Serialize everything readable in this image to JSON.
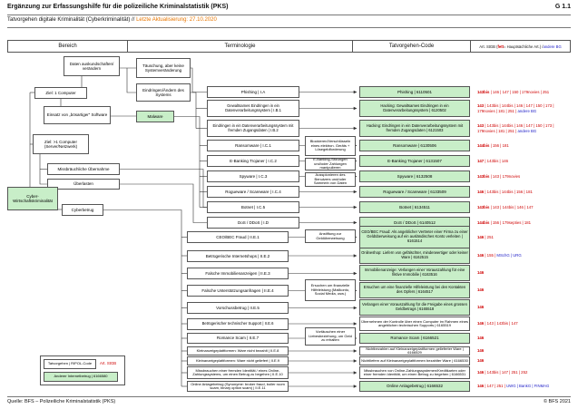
{
  "colors": {
    "green_box": "#c8eec8",
    "stgb_red": "#cf0000",
    "other_law_blue": "#2020c8",
    "update_orange": "#e87600"
  },
  "header": {
    "title": "Ergänzung zur Erfassungshilfe für die polizeiliche Kriminalstatistik (PKS)",
    "page_ref": "G 1.1",
    "subtitle": "Tatvorgehen digitale Kriminalität (Cyberkriminalität) // ",
    "updated": "Letzte Aktualisierung: 27.10.2020"
  },
  "columns": {
    "bereich": "Bereich",
    "terminologie": "Terminologie",
    "code": "Tatvorgehen-Code",
    "art_header": {
      "pre": "Art. StGB (",
      "fett": "fett",
      "mid": " = Hauptsächliche Art.) / ",
      "blue": "andere BG"
    }
  },
  "bereich": {
    "cyber": "Cyber-Wirtschaftskriminalität",
    "ziel1": "Ziel: 1 Computer",
    "ziel2": "Ziel: >1 Computer (Server/Netzwerk)",
    "cyberbetrug": "Cyberbetrug",
    "daten": "Daten auskundschaften/ verändern",
    "einsatz": "Einsatz von „bösartiger“ Software",
    "missbrauch": "Missbräuchliche Übernahme",
    "ueberlasten": "Überlasten",
    "taeuschung": "Täuschung, aber keine Systemveränderung",
    "eindringen": "Eindringen/Ändern des Systems",
    "malware": "Malware"
  },
  "annotations": {
    "a1": "Blockieren/Verschlüsseln eines elektron. Geräts + Lösegeldforderung",
    "a2": "E-Banking-Sitzungen und/oder Zahlungen manipulieren",
    "a3": "Ausspionieren des Benutzers und/oder Sammeln von Daten",
    "a4": "Anstiftung zur Geldüberweisung",
    "a5": "Ersuchen um finanzielle Hilfeleistung (Mailkonto, Social Media, usw.)",
    "a6": "Vortäuschen einer Liebesbeziehung, um Geld zu erhalten"
  },
  "rows": [
    {
      "term": "Phishing | I.A",
      "code": "Phishing | 6110501",
      "arts": {
        "b": "143bis",
        "r": " | 146 | 147 | 150 | 179novies | 251",
        "bl": ""
      }
    },
    {
      "term": "Gewaltsames Eindringen in ein Datenverarbeitungssystem | I.B.1",
      "code": "Hacking: Gewaltsames Eindringen in ein Datenverarbeitungssystem | 6120502",
      "arts": {
        "b": "143",
        "r": " | 143bis | 144bis | 146 | 147 | 150 | 173 | 179novies | 181 | 251 | ",
        "bl": "andere BG"
      }
    },
    {
      "term": "Eindringen in ein Datenverarbeitungssystem mit fremden Zugangsdaten | I.B.2",
      "code": "Hacking: Eindringen in ein Datenverarbeitungssystem mit fremden Zugangsdaten | 6121503",
      "arts": {
        "b": "143",
        "r": " | 143bis | 144bis | 146 | 147 | 150 | 173 | 179novies | 181 | 251 | ",
        "bl": "andere BG"
      }
    },
    {
      "term": "Ransomware | I.C.1",
      "code": "Ransomware | 6130506",
      "arts": {
        "b": "144bis",
        "r": " | 156 | 181",
        "bl": ""
      }
    },
    {
      "term": "E-Banking Trojaner | I.C.2",
      "code": "E-Banking Trojaner | 6131507",
      "arts": {
        "b": "147",
        "r": " | 143bis | 146",
        "bl": ""
      }
    },
    {
      "term": "Spyware | I.C.3",
      "code": "Spyware | 6132508",
      "arts": {
        "b": "143bis",
        "r": " | 143 | 179novies",
        "bl": ""
      }
    },
    {
      "term": "Rogueware / Scareware | I.C.4",
      "code": "Rogueware / Scareware | 6133509",
      "arts": {
        "b": "146",
        "r": " | 143bis | 144bis | 156 | 181",
        "bl": ""
      }
    },
    {
      "term": "Botnet | I.C.5",
      "code": "Botnet | 6134511",
      "arts": {
        "b": "143bis",
        "r": " | 143 | 144bis | 146 | 147",
        "bl": ""
      }
    },
    {
      "term": "DoS / DDoS | I.D",
      "code": "DoS / DDoS | 6140512",
      "arts": {
        "b": "144bis",
        "r": " | 156 | 179septies | 181",
        "bl": ""
      }
    },
    {
      "term": "CEO/BEC Fraud | II.E.1",
      "code": "CEO/BEC Fraud: Als angeblicher Vertreter einer Firma zu einer Geldüberweisung auf ein ausländisches Konto verleiten | 6161514",
      "arts": {
        "b": "146",
        "r": " | 251",
        "bl": ""
      }
    },
    {
      "term": "Betrügerische Internetshops | II.E.2",
      "code": "Onlineshop: Liefern von gefälschter, minderwertiger oder keiner Ware | 6162515",
      "arts": {
        "b": "146",
        "r": " | 155 | ",
        "bl": "MSchG | URG"
      }
    },
    {
      "term": "Falsche Immobilienanzeigen | II.E.3",
      "code": "Immobilienanzeige: Verlangen einer Vorauszahlung für eine fiktive Immobilie | 6163516",
      "arts": {
        "b": "146",
        "r": "",
        "bl": ""
      }
    },
    {
      "term": "Falsche Unterstützungsanfragen | II.E.4",
      "code": "Ersuchen um eine finanzielle Hilfeleistung bei den Kontakten des Opfers | 6164517",
      "arts": {
        "b": "146",
        "r": "",
        "bl": ""
      }
    },
    {
      "term": "Vorschussbetrug | II.E.5",
      "code": "Verlangen einer Vorauszahlung für die Freigabe eines grossen Geldbetrags | 6165518",
      "arts": {
        "b": "146",
        "r": "",
        "bl": ""
      }
    },
    {
      "term": "Betrügerischer technischer Support | II.E.6",
      "code": "Übernehmen der Kontrolle über einen Computer im Rahmen eines angeblichen technischen Supports | 6165519",
      "arts": {
        "b": "146",
        "r": " | 143 | 143bis | 147",
        "bl": ""
      }
    },
    {
      "term": "Romance Scam | II.E.7",
      "code": "Romance Scam | 6166521",
      "arts": {
        "b": "146",
        "r": "",
        "bl": ""
      }
    },
    {
      "term": "Kleinanzeigeplattformen: Ware nicht bezahlt | II.E.8",
      "code": "Nichtbezahlen auf Kleinanzeigeplattformen gelieferter Ware | 6166529",
      "arts": {
        "b": "146",
        "r": "",
        "bl": ""
      }
    },
    {
      "term": "Kleinanzeigeplattformen: Ware nicht geliefert | II.E.9",
      "code": "Nichtliefern auf Kleinanzeigeplattformen bezahlter Ware | 6166530",
      "arts": {
        "b": "146",
        "r": "",
        "bl": ""
      }
    },
    {
      "term": "Missbrauchen einer fremden Identität / eines Online-Zahlungssystems, um einen Betrug zu begehen | II.E.10",
      "code": "Missbrauchen von Online-Zahlungssystemen/Kreditkarten oder einer fremden Identität, um einen Betrug zu begehen | 6166531",
      "arts": {
        "b": "146",
        "r": " | 143bis | 147 | 251 | 252",
        "bl": ""
      }
    },
    {
      "term": "Online Anlagebetrug (Synonyme: broker fraud, boiler room scam, binary option scam) | II.E.11",
      "code": "Online Anlagebetrug | 6166532",
      "arts": {
        "b": "146",
        "r": " | 147 | 251 | ",
        "bl": "UWG | BankG | FINMAG"
      }
    }
  ],
  "legend": {
    "sample": "Tatvorgehen | RIPOL-Code",
    "art": "Art. StGB",
    "item": "Anderer Internetbetrug | 6166580"
  },
  "footer": {
    "source": "Quelle: BFS – Polizeiliche Kriminalstatistik (PKS)",
    "copyright": "© BFS 2021"
  }
}
